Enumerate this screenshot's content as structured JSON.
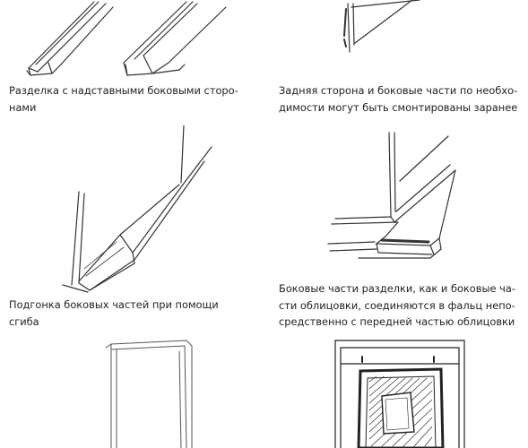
{
  "captions": [
    {
      "lines": [
        "Разделка с надставными боковыми сторо-",
        "нами"
      ]
    },
    {
      "lines": [
        "Задняя сторона и боковые части по необхо-",
        "димости могут быть смонтированы заранее"
      ]
    },
    {
      "lines": [
        "Подгонка боковых частей при помощи",
        "сгиба"
      ]
    },
    {
      "lines": [
        "Боковые части разделки, как и боковые ча-",
        "сти облицовки, соединяются в фальц непо-",
        "средственно с передней частью облицовки"
      ]
    }
  ]
}
